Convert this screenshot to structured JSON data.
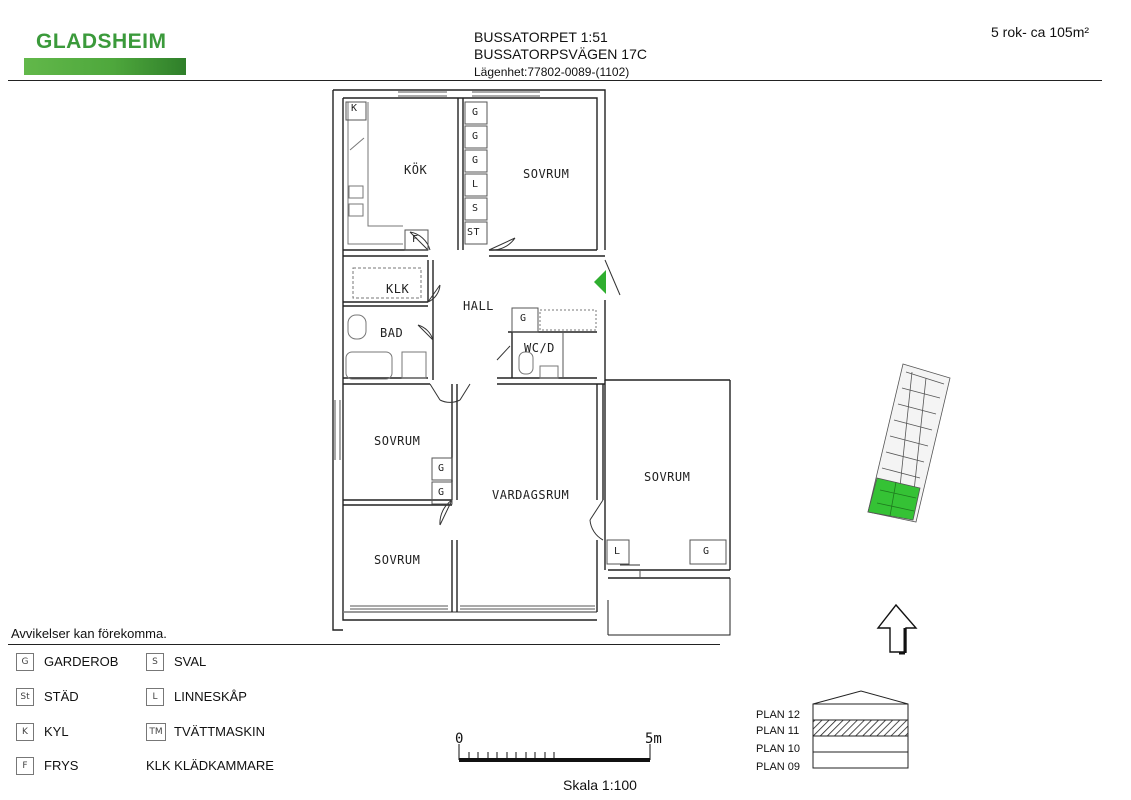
{
  "header": {
    "logo": "GLADSHEIM",
    "property": "BUSSATORPET 1:51",
    "street": "BUSSATORPSVÄGEN 17C",
    "apartment": "Lägenhet:77802-0089-(1102)",
    "size": "5 rok- ca 105m²"
  },
  "floorplan": {
    "rooms": {
      "kitchen": "KÖK",
      "bedroom_top": "SOVRUM",
      "closet": "KLK",
      "hall": "HALL",
      "bath": "BAD",
      "wc": "WC/D",
      "bedroom_mid_left": "SOVRUM",
      "living": "VARDAGSRUM",
      "bedroom_right": "SOVRUM",
      "bedroom_bottom_left": "SOVRUM"
    },
    "fixtures": {
      "k": "K",
      "f": "F",
      "g": "G",
      "l": "L",
      "s": "S",
      "st": "ST"
    }
  },
  "notice": "Avvikelser kan förekomma.",
  "legend": [
    {
      "code": "G",
      "text": "GARDEROB"
    },
    {
      "code": "St",
      "text": "STÄD"
    },
    {
      "code": "K",
      "text": "KYL"
    },
    {
      "code": "F",
      "text": "FRYS"
    },
    {
      "code": "S",
      "text": "SVAL"
    },
    {
      "code": "L",
      "text": "LINNESKÅP"
    },
    {
      "code": "TM",
      "text": "TVÄTTMASKIN"
    },
    {
      "code": "",
      "text": "KLK KLÄDKAMMARE"
    }
  ],
  "scale": {
    "start": "0",
    "end": "5m",
    "label": "Skala 1:100"
  },
  "floors": [
    "PLAN 12",
    "PLAN 11",
    "PLAN 10",
    "PLAN 09"
  ],
  "colors": {
    "accent": "#3b9a3b",
    "entrance_marker": "#2fae2f",
    "site_highlight": "#35c235"
  }
}
